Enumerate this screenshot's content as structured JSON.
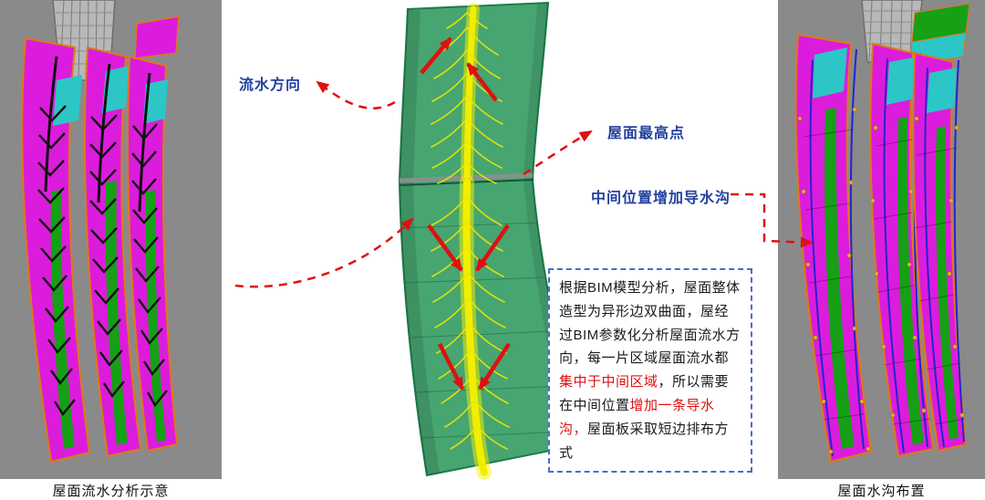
{
  "captions": {
    "left": "屋面流水分析示意",
    "right": "屋面水沟布置"
  },
  "annotations": {
    "flow_direction": "流水方向",
    "highest_point": "屋面最高点",
    "gutter": "中间位置增加导水沟"
  },
  "note_box": {
    "parts": [
      {
        "text": "根据BIM模型分析，屋面整体造型为异形边双曲面，屋经过BIM参数化分析屋面流水方向，每一片区域屋面流水都"
      },
      {
        "text": "集中于中间区域"
      },
      {
        "text": "，所以需要在中间位置"
      },
      {
        "text": "增加一条导水沟，"
      },
      {
        "text": "屋面板采取短边排布方式"
      }
    ]
  },
  "colors": {
    "panel_background": "#8a8a8a",
    "surface_green": "#46a571",
    "streamline_yellow": "#f2ee00",
    "arrow_red": "#e01010",
    "label_blue": "#22409e",
    "note_border_blue": "#4a6dc8",
    "model_magenta": "#dc1cdc",
    "stripe_green": "#15a015",
    "patch_cyan": "#2cc6c6",
    "gutter_line_blue": "#2424cc",
    "panel_edge_orange": "#e07818"
  }
}
